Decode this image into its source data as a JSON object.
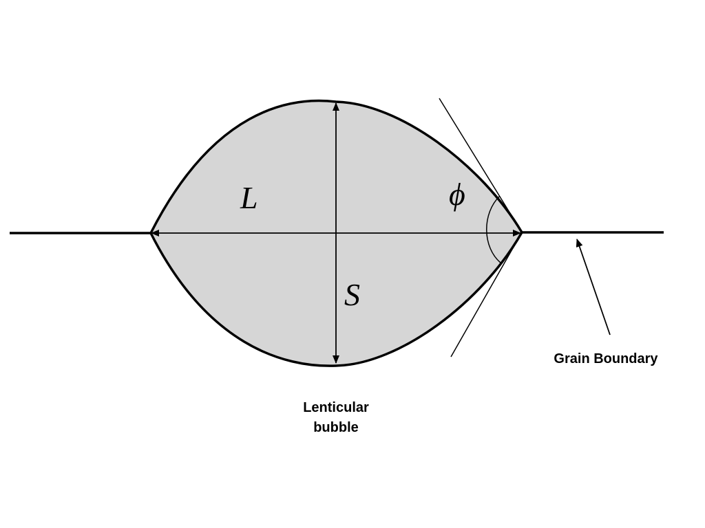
{
  "diagram": {
    "symbols": {
      "length": "L",
      "width": "S",
      "angle": "ϕ"
    },
    "labels": {
      "bubble_line1": "Lenticular",
      "bubble_line2": "bubble",
      "boundary": "Grain Boundary"
    },
    "colors": {
      "bubble_fill": "#d6d6d6",
      "stroke": "#000000",
      "background": "#ffffff"
    }
  }
}
